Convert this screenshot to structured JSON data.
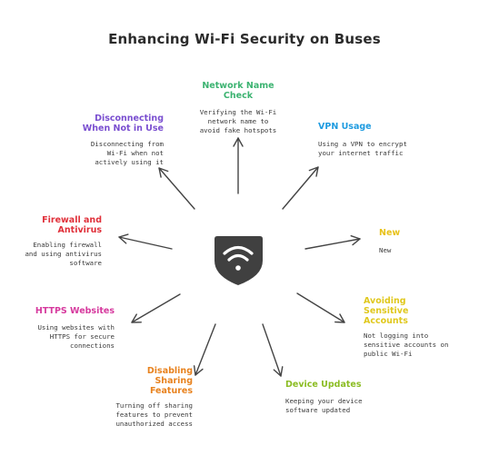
{
  "title": "Enhancing Wi-Fi Security on Buses",
  "center_icon": "wifi-shield-icon",
  "items": [
    {
      "key": "network-name-check",
      "heading": "Network Name Check",
      "heading_lines": [
        "Network Name",
        "Check"
      ],
      "desc_lines": [
        "Verifying the Wi-Fi",
        "network name to",
        "avoid fake hotspots"
      ],
      "color": "#3cb371"
    },
    {
      "key": "vpn-usage",
      "heading": "VPN Usage",
      "heading_lines": [
        "VPN Usage"
      ],
      "desc_lines": [
        "Using a VPN to encrypt",
        "your internet traffic"
      ],
      "color": "#1e9be0"
    },
    {
      "key": "new",
      "heading": "New",
      "heading_lines": [
        "New"
      ],
      "desc_lines": [
        "New"
      ],
      "color": "#e8c21a"
    },
    {
      "key": "avoiding-sensitive-accounts",
      "heading": "Avoiding Sensitive Accounts",
      "heading_lines": [
        "Avoiding",
        "Sensitive",
        "Accounts"
      ],
      "desc_lines": [
        "Not logging into",
        "sensitive accounts on",
        "public Wi-Fi"
      ],
      "color": "#e0c81e"
    },
    {
      "key": "device-updates",
      "heading": "Device Updates",
      "heading_lines": [
        "Device Updates"
      ],
      "desc_lines": [
        "Keeping your device",
        "software updated"
      ],
      "color": "#8cbd24"
    },
    {
      "key": "disabling-sharing-features",
      "heading": "Disabling Sharing Features",
      "heading_lines": [
        "Disabling",
        "Sharing",
        "Features"
      ],
      "desc_lines": [
        "Turning off sharing",
        "features to prevent",
        "unauthorized access"
      ],
      "color": "#e8821e"
    },
    {
      "key": "https-websites",
      "heading": "HTTPS Websites",
      "heading_lines": [
        "HTTPS Websites"
      ],
      "desc_lines": [
        "Using websites with",
        "HTTPS for secure",
        "connections"
      ],
      "color": "#d63a9e"
    },
    {
      "key": "firewall-and-antivirus",
      "heading": "Firewall and Antivirus",
      "heading_lines": [
        "Firewall and",
        "Antivirus"
      ],
      "desc_lines": [
        "Enabling firewall",
        "and using antivirus",
        "software"
      ],
      "color": "#e0303a"
    },
    {
      "key": "disconnecting-when-not-in-use",
      "heading": "Disconnecting When Not in Use",
      "heading_lines": [
        "Disconnecting",
        "When Not in Use"
      ],
      "desc_lines": [
        "Disconnecting from",
        "Wi-Fi when not",
        "actively using it"
      ],
      "color": "#7a4fd0"
    }
  ]
}
